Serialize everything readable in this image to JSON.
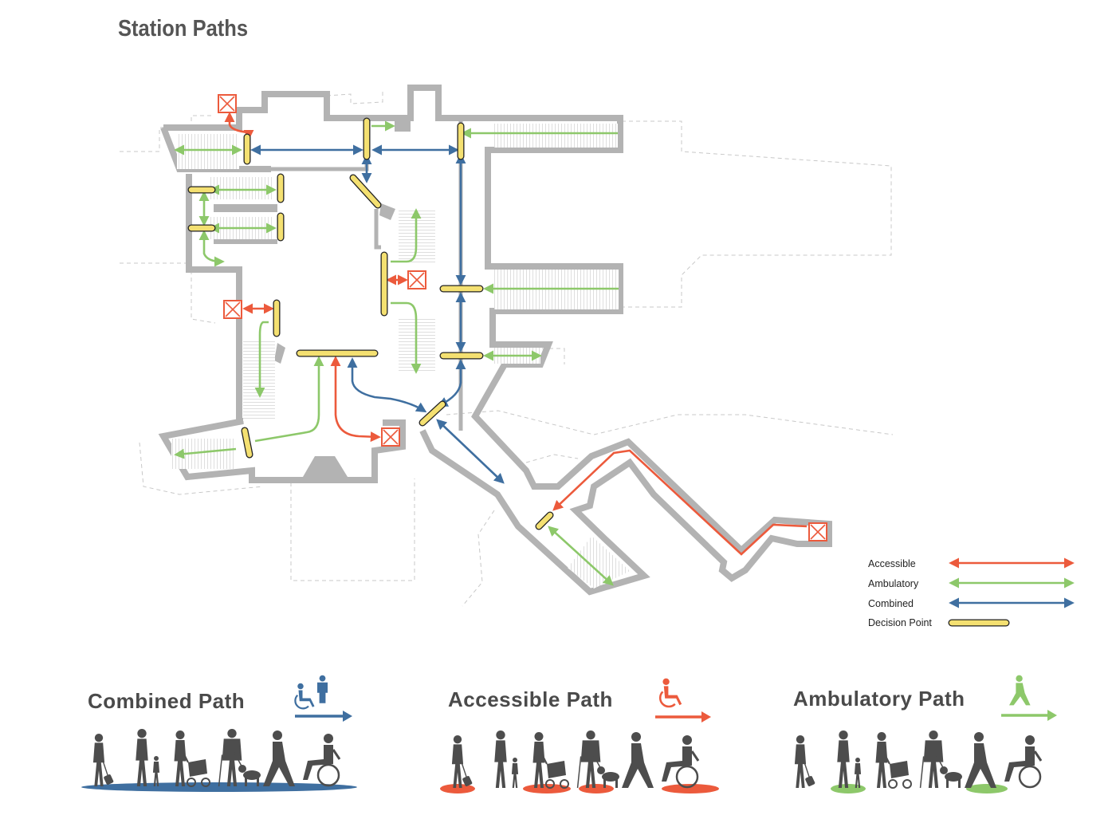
{
  "title": "Station Paths",
  "legend": {
    "items": [
      {
        "label": "Accessible",
        "kind": "arrow",
        "color": "#ec5a3c"
      },
      {
        "label": "Ambulatory",
        "kind": "arrow",
        "color": "#8dc86a"
      },
      {
        "label": "Combined",
        "kind": "arrow",
        "color": "#3f6fa0"
      },
      {
        "label": "Decision Point",
        "kind": "bar",
        "color": "#f4e071"
      }
    ]
  },
  "colors": {
    "accessible": "#ec5a3c",
    "ambulatory": "#8dc86a",
    "combined": "#3f6fa0",
    "decision": "#f4e071",
    "wall": "#b3b3b3",
    "silhouette": "#4d4d4d"
  },
  "path_types": [
    {
      "title": "Combined Path",
      "icon": "wheelchair-and-person-icon",
      "color": "#3f6fa0"
    },
    {
      "title": "Accessible Path",
      "icon": "wheelchair-icon",
      "color": "#ec5a3c"
    },
    {
      "title": "Ambulatory Path",
      "icon": "walking-person-icon",
      "color": "#8dc86a"
    }
  ]
}
